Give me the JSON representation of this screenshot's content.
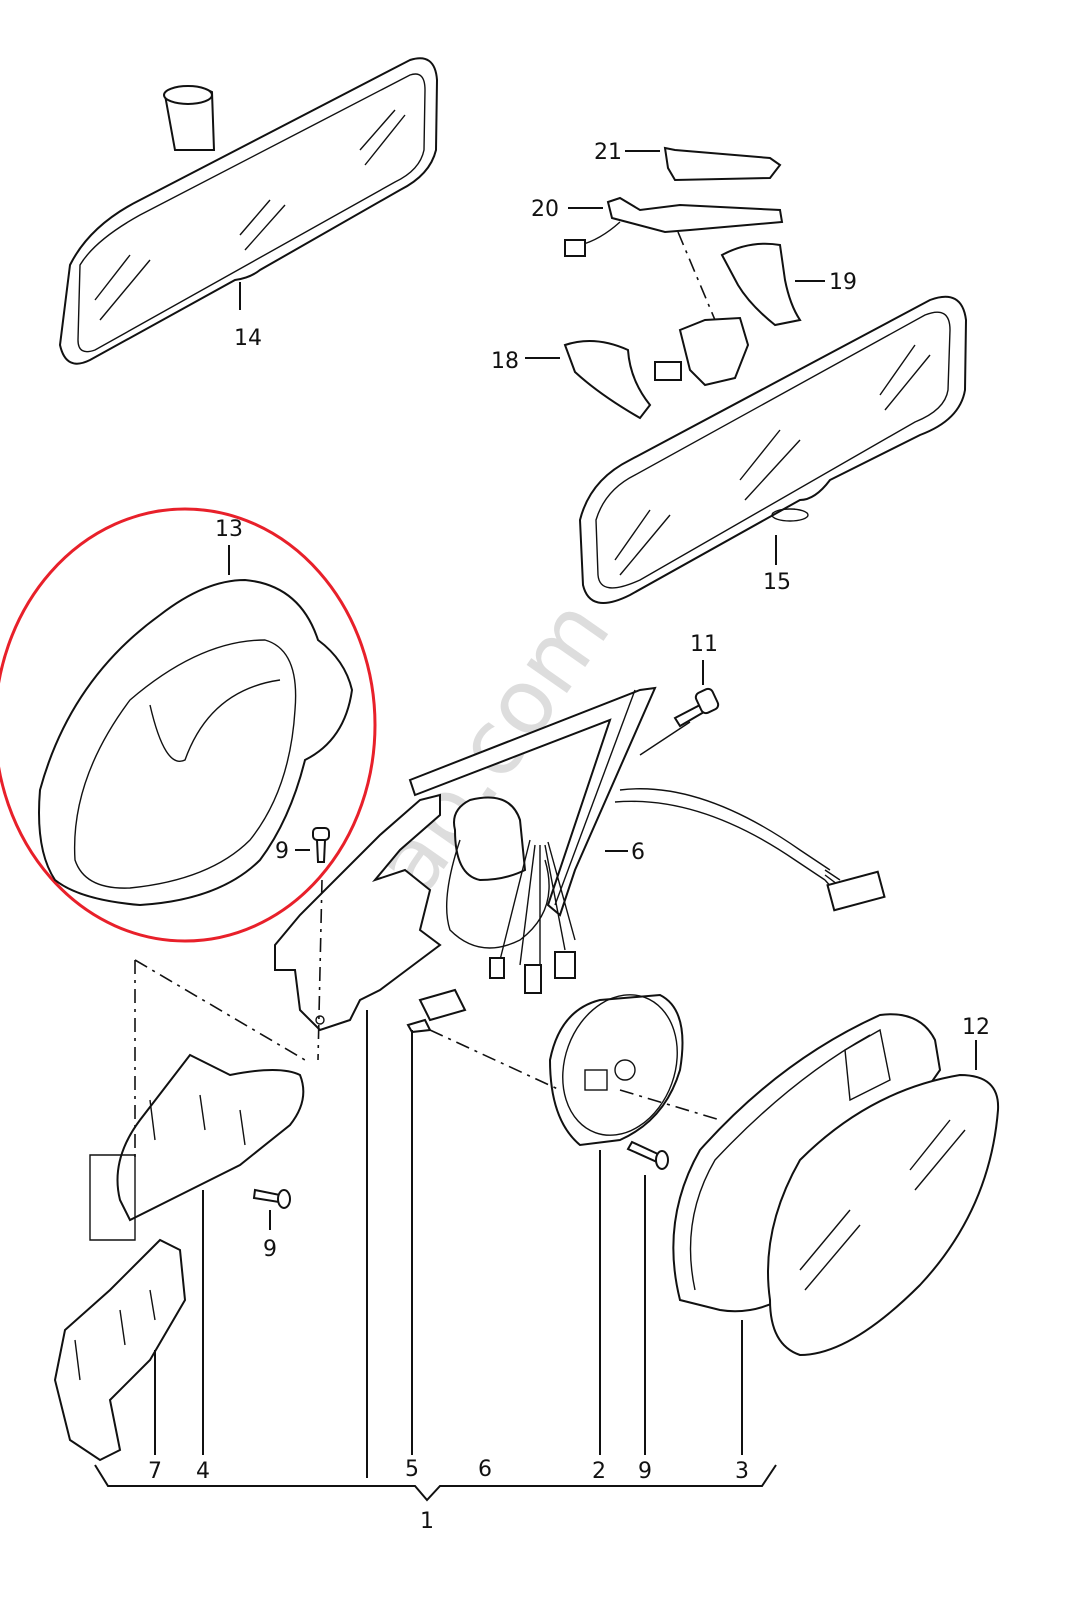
{
  "diagram": {
    "highlight_color": "#e8202a",
    "watermark": "izap.com",
    "callouts": [
      {
        "id": "14",
        "label": "14"
      },
      {
        "id": "21",
        "label": "21"
      },
      {
        "id": "20",
        "label": "20"
      },
      {
        "id": "19",
        "label": "19"
      },
      {
        "id": "18",
        "label": "18"
      },
      {
        "id": "15",
        "label": "15"
      },
      {
        "id": "13",
        "label": "13"
      },
      {
        "id": "11",
        "label": "11"
      },
      {
        "id": "9a",
        "label": "9"
      },
      {
        "id": "6a",
        "label": "6"
      },
      {
        "id": "12",
        "label": "12"
      },
      {
        "id": "9b",
        "label": "9"
      },
      {
        "id": "7",
        "label": "7"
      },
      {
        "id": "4",
        "label": "4"
      },
      {
        "id": "5",
        "label": "5"
      },
      {
        "id": "6b",
        "label": "6"
      },
      {
        "id": "2",
        "label": "2"
      },
      {
        "id": "9c",
        "label": "9"
      },
      {
        "id": "3",
        "label": "3"
      },
      {
        "id": "1",
        "label": "1"
      }
    ]
  }
}
